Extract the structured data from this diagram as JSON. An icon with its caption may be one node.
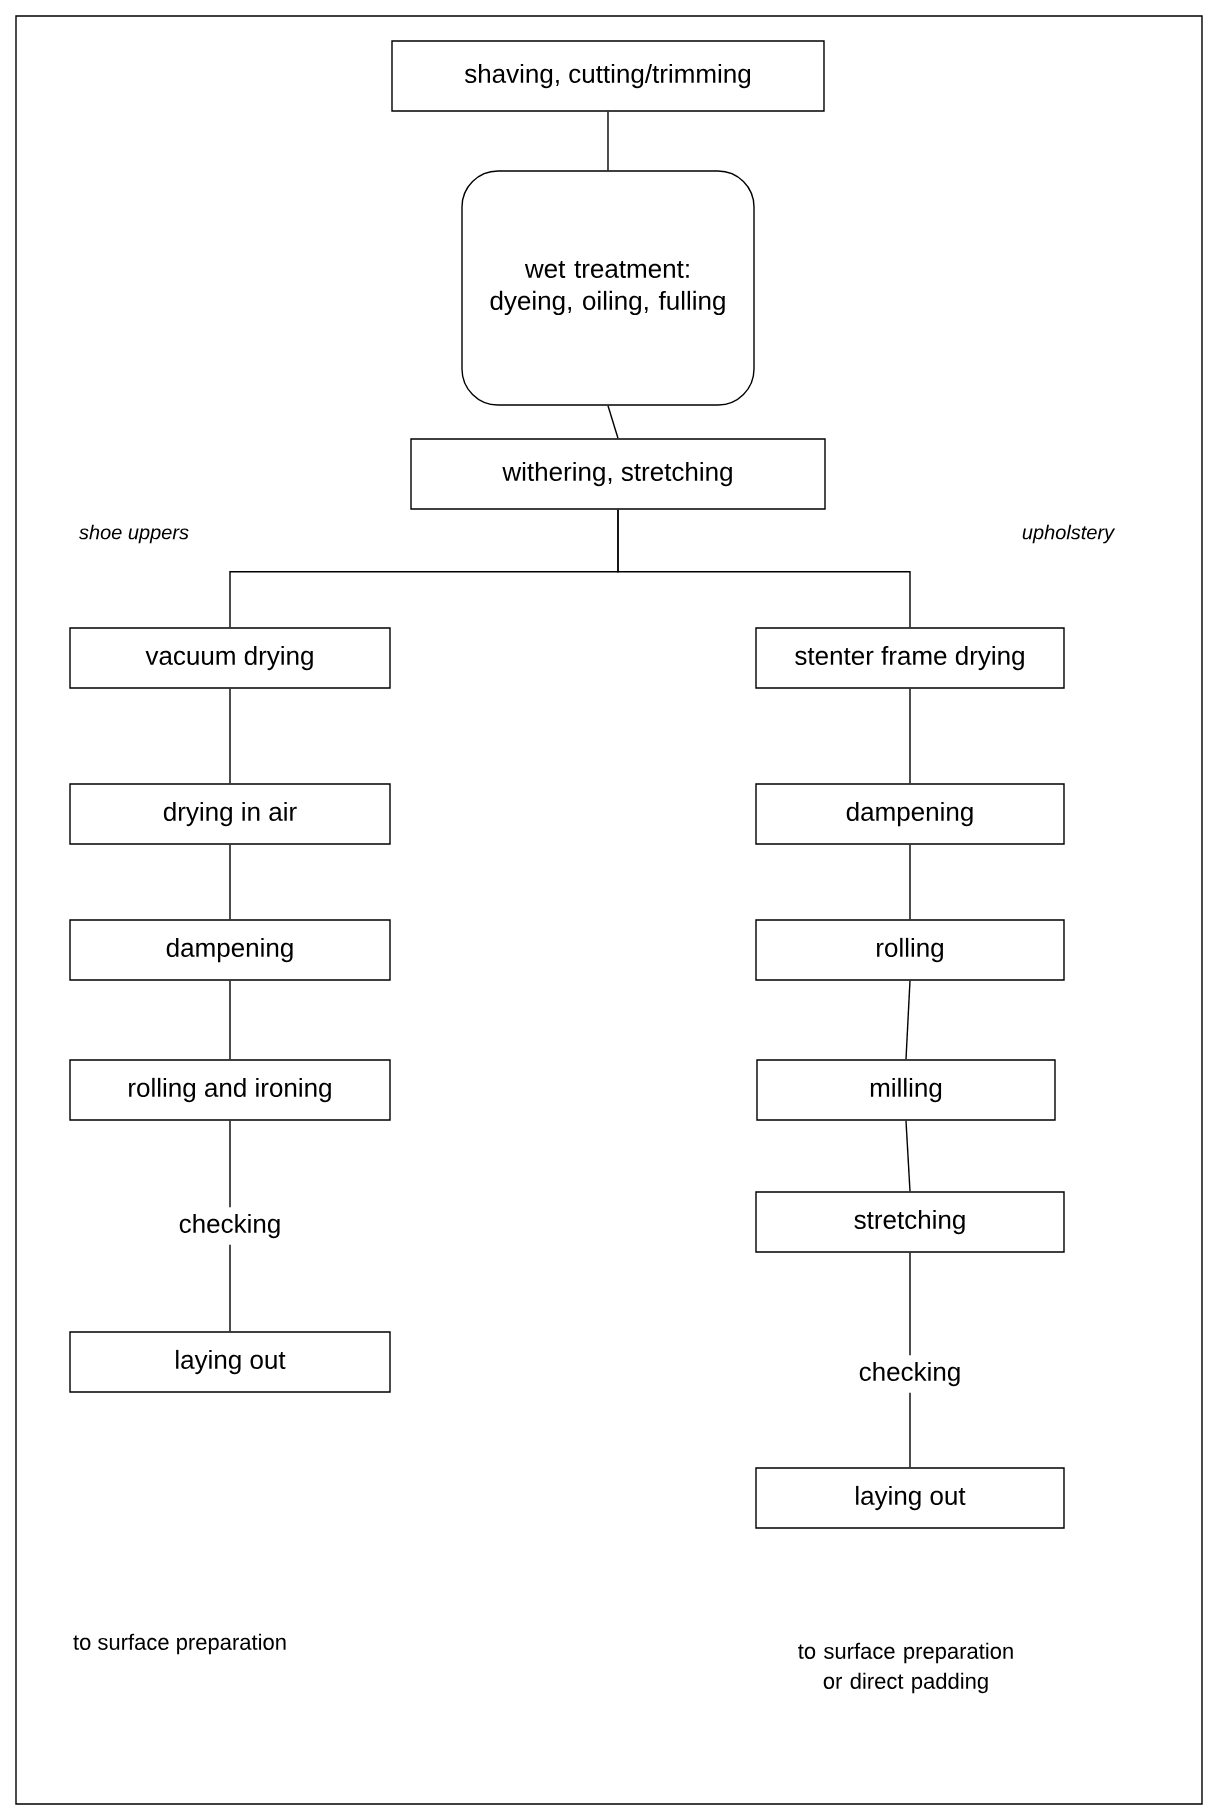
{
  "diagram": {
    "nodes": [
      {
        "text": [
          "shaving, cutting/trimming"
        ]
      },
      {
        "text": [
          "wet treatment: dyeing, oiling, fulling"
        ]
      },
      {
        "text": [
          "withering, stretching"
        ]
      },
      {
        "text": [
          "vacuum drying"
        ]
      },
      {
        "text": [
          "drying in air"
        ]
      },
      {
        "text": [
          "dampening"
        ]
      },
      {
        "text": [
          "rolling and ironing"
        ]
      },
      {
        "text": [
          "checking"
        ]
      },
      {
        "text": [
          "laying out"
        ]
      },
      {
        "text": [
          "stenter frame drying"
        ]
      },
      {
        "text": [
          "dampening"
        ]
      },
      {
        "text": [
          "rolling"
        ]
      },
      {
        "text": [
          "milling"
        ]
      },
      {
        "text": [
          "stretching"
        ]
      },
      {
        "text": [
          "checking"
        ]
      },
      {
        "text": [
          "laying out"
        ]
      }
    ],
    "edges": [
      {
        "from": 0,
        "to": 1,
        "arrow": "none"
      },
      {
        "from": 1,
        "to": 2,
        "arrow": "none"
      },
      {
        "from": 2,
        "to": 3,
        "arrow": "none"
      },
      {
        "from": 2,
        "to": 9,
        "arrow": "none"
      },
      {
        "from": 3,
        "to": 4,
        "arrow": "none"
      },
      {
        "from": 4,
        "to": 5,
        "arrow": "none"
      },
      {
        "from": 5,
        "to": 6,
        "arrow": "none"
      },
      {
        "from": 6,
        "to": 7,
        "arrow": "none"
      },
      {
        "from": 7,
        "to": 8,
        "arrow": "none"
      },
      {
        "from": 9,
        "to": 10,
        "arrow": "none"
      },
      {
        "from": 10,
        "to": 11,
        "arrow": "none"
      },
      {
        "from": 11,
        "to": 12,
        "arrow": "none"
      },
      {
        "from": 12,
        "to": 13,
        "arrow": "none"
      },
      {
        "from": 13,
        "to": 14,
        "arrow": "none"
      },
      {
        "from": 14,
        "to": 15,
        "arrow": "none"
      }
    ],
    "labels": [
      "shoe uppers",
      "upholstery",
      "to surface preparation",
      "to surface preparation or direct padding"
    ]
  }
}
